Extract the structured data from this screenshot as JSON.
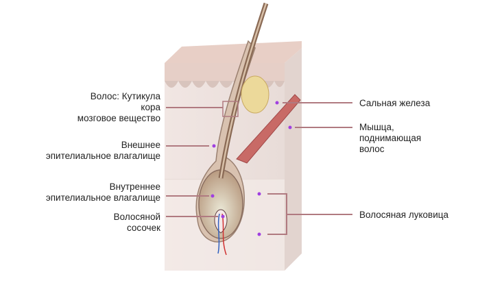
{
  "labels": {
    "hair_cuticle": "Волос: Кутикула",
    "cortex": "кора",
    "medulla": "мозговое вещество",
    "outer_sheath_1": "Внешнее",
    "outer_sheath_2": "эпителиальное влагалище",
    "inner_sheath_1": "Внутреннее",
    "inner_sheath_2": "эпителиальное влагалище",
    "papilla_1": "Волосяной",
    "papilla_2": "сосочек",
    "sebaceous_gland": "Сальная железа",
    "muscle_1": "Мышца,",
    "muscle_2": "поднимающая",
    "muscle_3": "волос",
    "hair_bulb": "Волосяная луковица"
  },
  "colors": {
    "leader": "#b07a80",
    "pointer": "#a040e0",
    "skin": "#efe3df"
  }
}
